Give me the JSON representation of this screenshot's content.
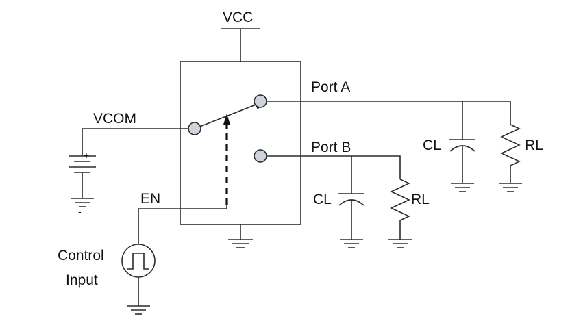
{
  "labels": {
    "vcc": "VCC",
    "vcom": "VCOM",
    "port_a": "Port A",
    "port_b": "Port B",
    "en": "EN",
    "control_line1": "Control",
    "control_line2": "Input",
    "cl_a": "CL",
    "rl_a": "RL",
    "cl_b": "CL",
    "rl_b": "RL",
    "plus": "+",
    "minus": "-"
  }
}
